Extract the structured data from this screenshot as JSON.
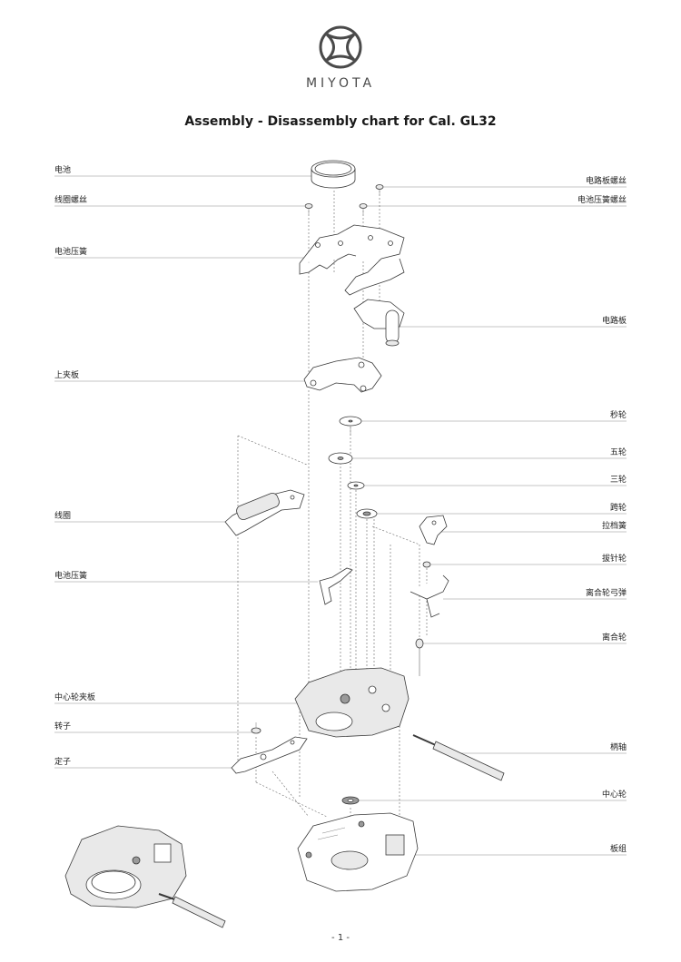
{
  "header": {
    "brand": "MIYOTA",
    "title": "Assembly - Disassembly chart for Cal. GL32"
  },
  "labels_left": [
    {
      "id": "battery",
      "text": "电池"
    },
    {
      "id": "coil-screw",
      "text": "线圈螺丝"
    },
    {
      "id": "battery-spring-top",
      "text": "电池压簧"
    },
    {
      "id": "upper-plate",
      "text": "上夹板"
    },
    {
      "id": "coil",
      "text": "线圈"
    },
    {
      "id": "battery-spring-lower",
      "text": "电池压簧"
    },
    {
      "id": "center-wheel-bridge",
      "text": "中心轮夹板"
    },
    {
      "id": "rotor",
      "text": "转子"
    },
    {
      "id": "stator",
      "text": "定子"
    }
  ],
  "labels_right": [
    {
      "id": "circuit-screw",
      "text": "电路板螺丝"
    },
    {
      "id": "battery-spring-screw",
      "text": "电池压簧螺丝"
    },
    {
      "id": "circuit-board",
      "text": "电路板"
    },
    {
      "id": "second-wheel",
      "text": "秒轮"
    },
    {
      "id": "fifth-wheel",
      "text": "五轮"
    },
    {
      "id": "third-wheel",
      "text": "三轮"
    },
    {
      "id": "minute-wheel",
      "text": "跨轮"
    },
    {
      "id": "setting-lever-spring",
      "text": "拉档簧"
    },
    {
      "id": "setting-wheel",
      "text": "拔针轮"
    },
    {
      "id": "clutch-spring",
      "text": "离合轮弓弹"
    },
    {
      "id": "clutch-wheel",
      "text": "离合轮"
    },
    {
      "id": "stem",
      "text": "柄轴"
    },
    {
      "id": "center-wheel",
      "text": "中心轮"
    },
    {
      "id": "main-plate",
      "text": "板组"
    }
  ],
  "footer": {
    "page_number": "- 1 -"
  },
  "colors": {
    "ink": "#3a3a3a",
    "leader": "#8a8a8a",
    "fill_light": "#e9e9e9",
    "fill_dark": "#9a9a9a"
  }
}
